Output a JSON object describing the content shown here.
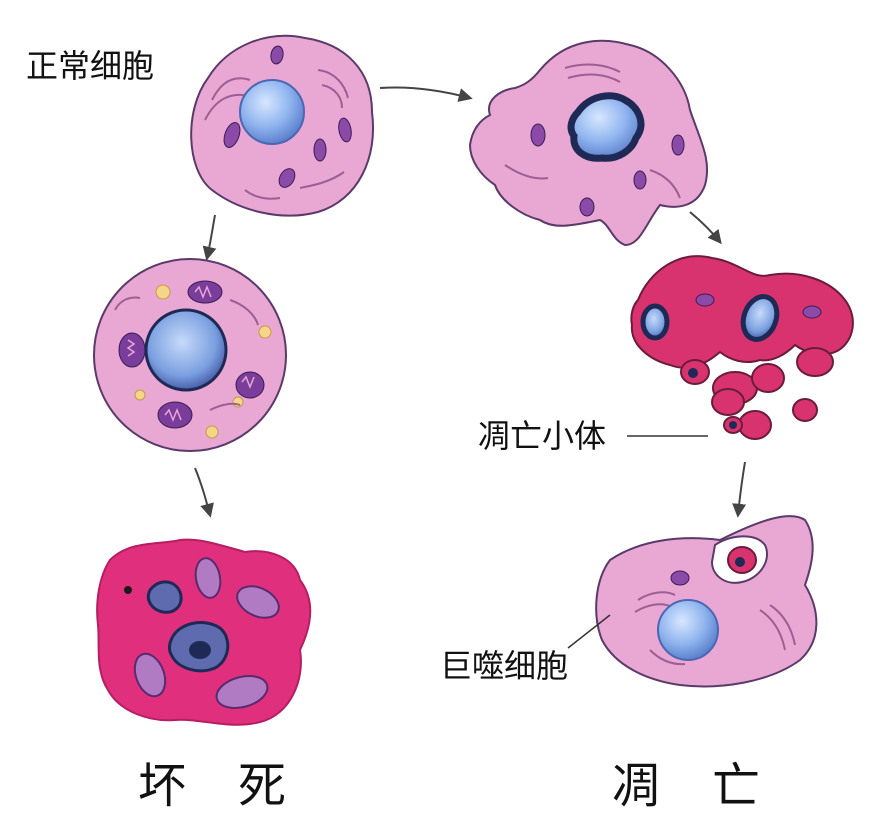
{
  "labels": {
    "normal_cell": "正常细胞",
    "apoptotic_body": "凋亡小体",
    "macrophage": "巨噬细胞",
    "necrosis": "坏　死",
    "apoptosis": "凋　亡"
  },
  "colors": {
    "background": "#ffffff",
    "cytoplasm_pink": "#E9A7D3",
    "cytoplasm_outline": "#5a3a6a",
    "nucleus_blue": "#7FA7E6",
    "nucleus_dark": "#2B3D74",
    "mitochondria_purple": "#7A3D9B",
    "apoptotic_magenta": "#D8336E",
    "necrotic_magenta": "#E0307D",
    "vacuole_yellow": "#F4D58A",
    "arrow_gray": "#444444"
  },
  "icons": {
    "arrow": "arrow-right-icon"
  }
}
